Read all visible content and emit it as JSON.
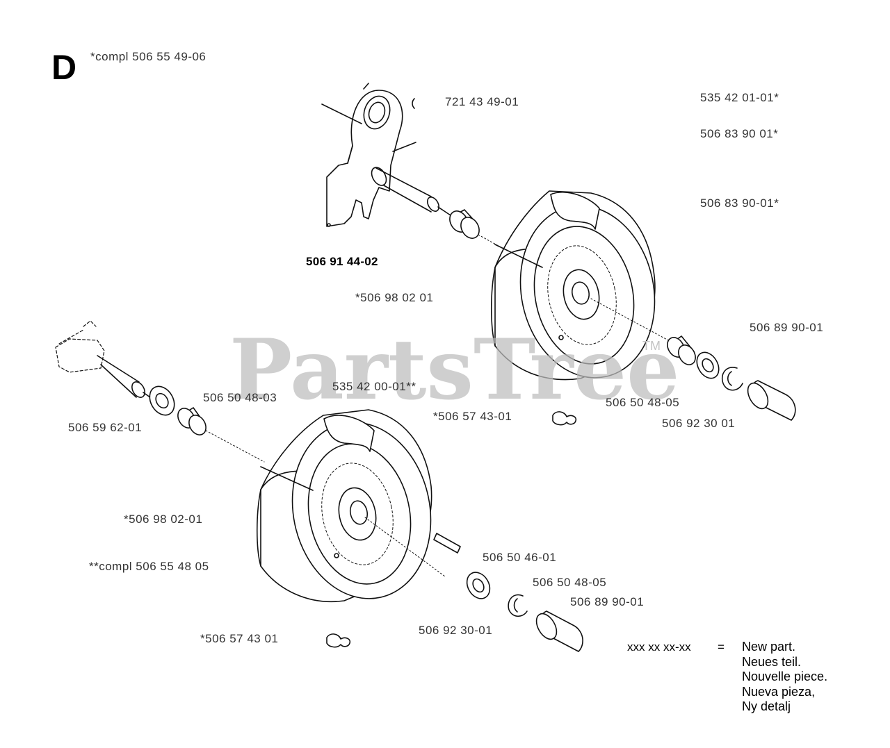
{
  "section": "D",
  "watermark": {
    "text": "PartsTree",
    "tm": "TM"
  },
  "labels": {
    "compl_top": "*compl 506 55 49-06",
    "p721": "721 43 49-01",
    "p535_top": "535 42 01-01*",
    "p506839_a": "506 83 90 01*",
    "p506839_b": "506 83 90-01*",
    "p506914": "506 91 44-02",
    "p506980_top": "*506 98 02 01",
    "p506899_top": "506 89 90-01",
    "p506504803": "506 50 48-03",
    "p535_mid": "535 42 00-01**",
    "p506574_mid": "*506 57 43-01",
    "p506504805_top": "506 50 48-05",
    "p506923_top": "506 92 30 01",
    "p506596": "506 59 62-01",
    "p506980_bot": "*506 98 02-01",
    "compl_bot": "**compl 506 55 48 05",
    "p506504601": "506 50 46-01",
    "p506504805_bot": "506 50 48-05",
    "p506899_bot": "506 89 90-01",
    "p506923_bot": "506 92 30-01",
    "p506574_bot": "*506 57 43 01"
  },
  "legend": {
    "key": "xxx xx xx-xx",
    "equals": "=",
    "lines": [
      "New part.",
      "Neues teil.",
      "Nouvelle piece.",
      "Nueva pieza,",
      "Ny detalj"
    ]
  }
}
